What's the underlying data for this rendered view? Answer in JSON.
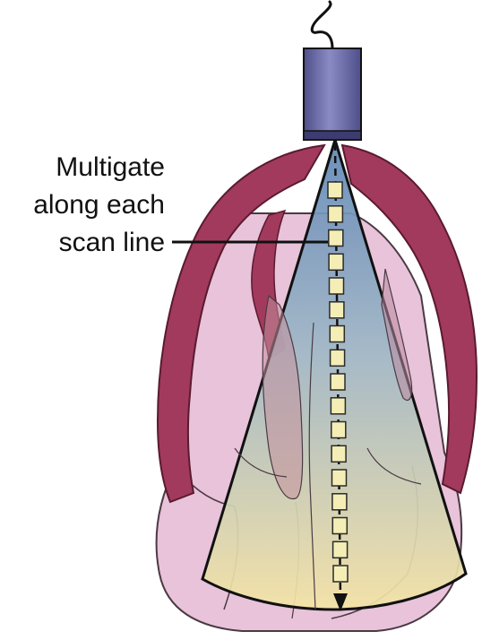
{
  "annotation": {
    "lines": [
      "Multigate",
      "along each",
      "scan line"
    ]
  },
  "colors": {
    "myocardium": "#a23a5d",
    "myocardium_outline": "#5a1a2f",
    "tissue": "#e8c3da",
    "tissue_outline": "#4a3a44",
    "transducer_top": "#8b8bc4",
    "transducer_bottom": "#4e4e8a",
    "sector_top": "#5f86b6",
    "sector_bottom": "#f4e4a4",
    "gate_fill": "#f4eeb6",
    "gate_stroke": "#2a2a2a",
    "outline": "#111111"
  },
  "icons": {
    "transducer": "ultrasound-transducer-icon",
    "cable": "cable-icon",
    "scan_arrow": "arrow-down-icon"
  },
  "sample_gates": 17
}
